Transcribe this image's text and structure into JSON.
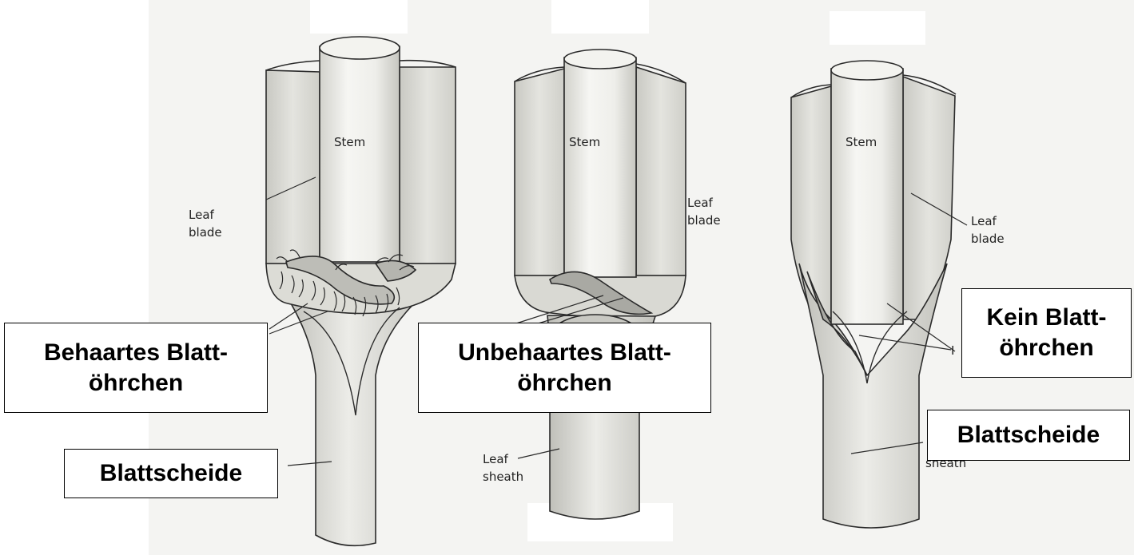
{
  "figures": [
    {
      "stem_label": "Stem",
      "blade_label": [
        "Leaf",
        "blade"
      ],
      "callout": [
        "Behaartes Blatt-",
        "öhrchen"
      ],
      "sheath_callout": "Blattscheide"
    },
    {
      "stem_label": "Stem",
      "blade_label": [
        "Leaf",
        "blade"
      ],
      "callout": [
        "Unbehaartes Blatt-",
        "öhrchen"
      ],
      "sheath_label": [
        "Leaf",
        "sheath"
      ]
    },
    {
      "stem_label": "Stem",
      "blade_label": [
        "Leaf",
        "blade"
      ],
      "callout": [
        "Kein Blatt-",
        "öhrchen"
      ],
      "sheath_callout": "Blattscheide",
      "partial_labels": [
        "I",
        "sheath"
      ]
    }
  ],
  "colors": {
    "paper": "#f4f4f2",
    "ink": "#222222",
    "shade": "#b9b9b3",
    "box_border": "#000000"
  }
}
